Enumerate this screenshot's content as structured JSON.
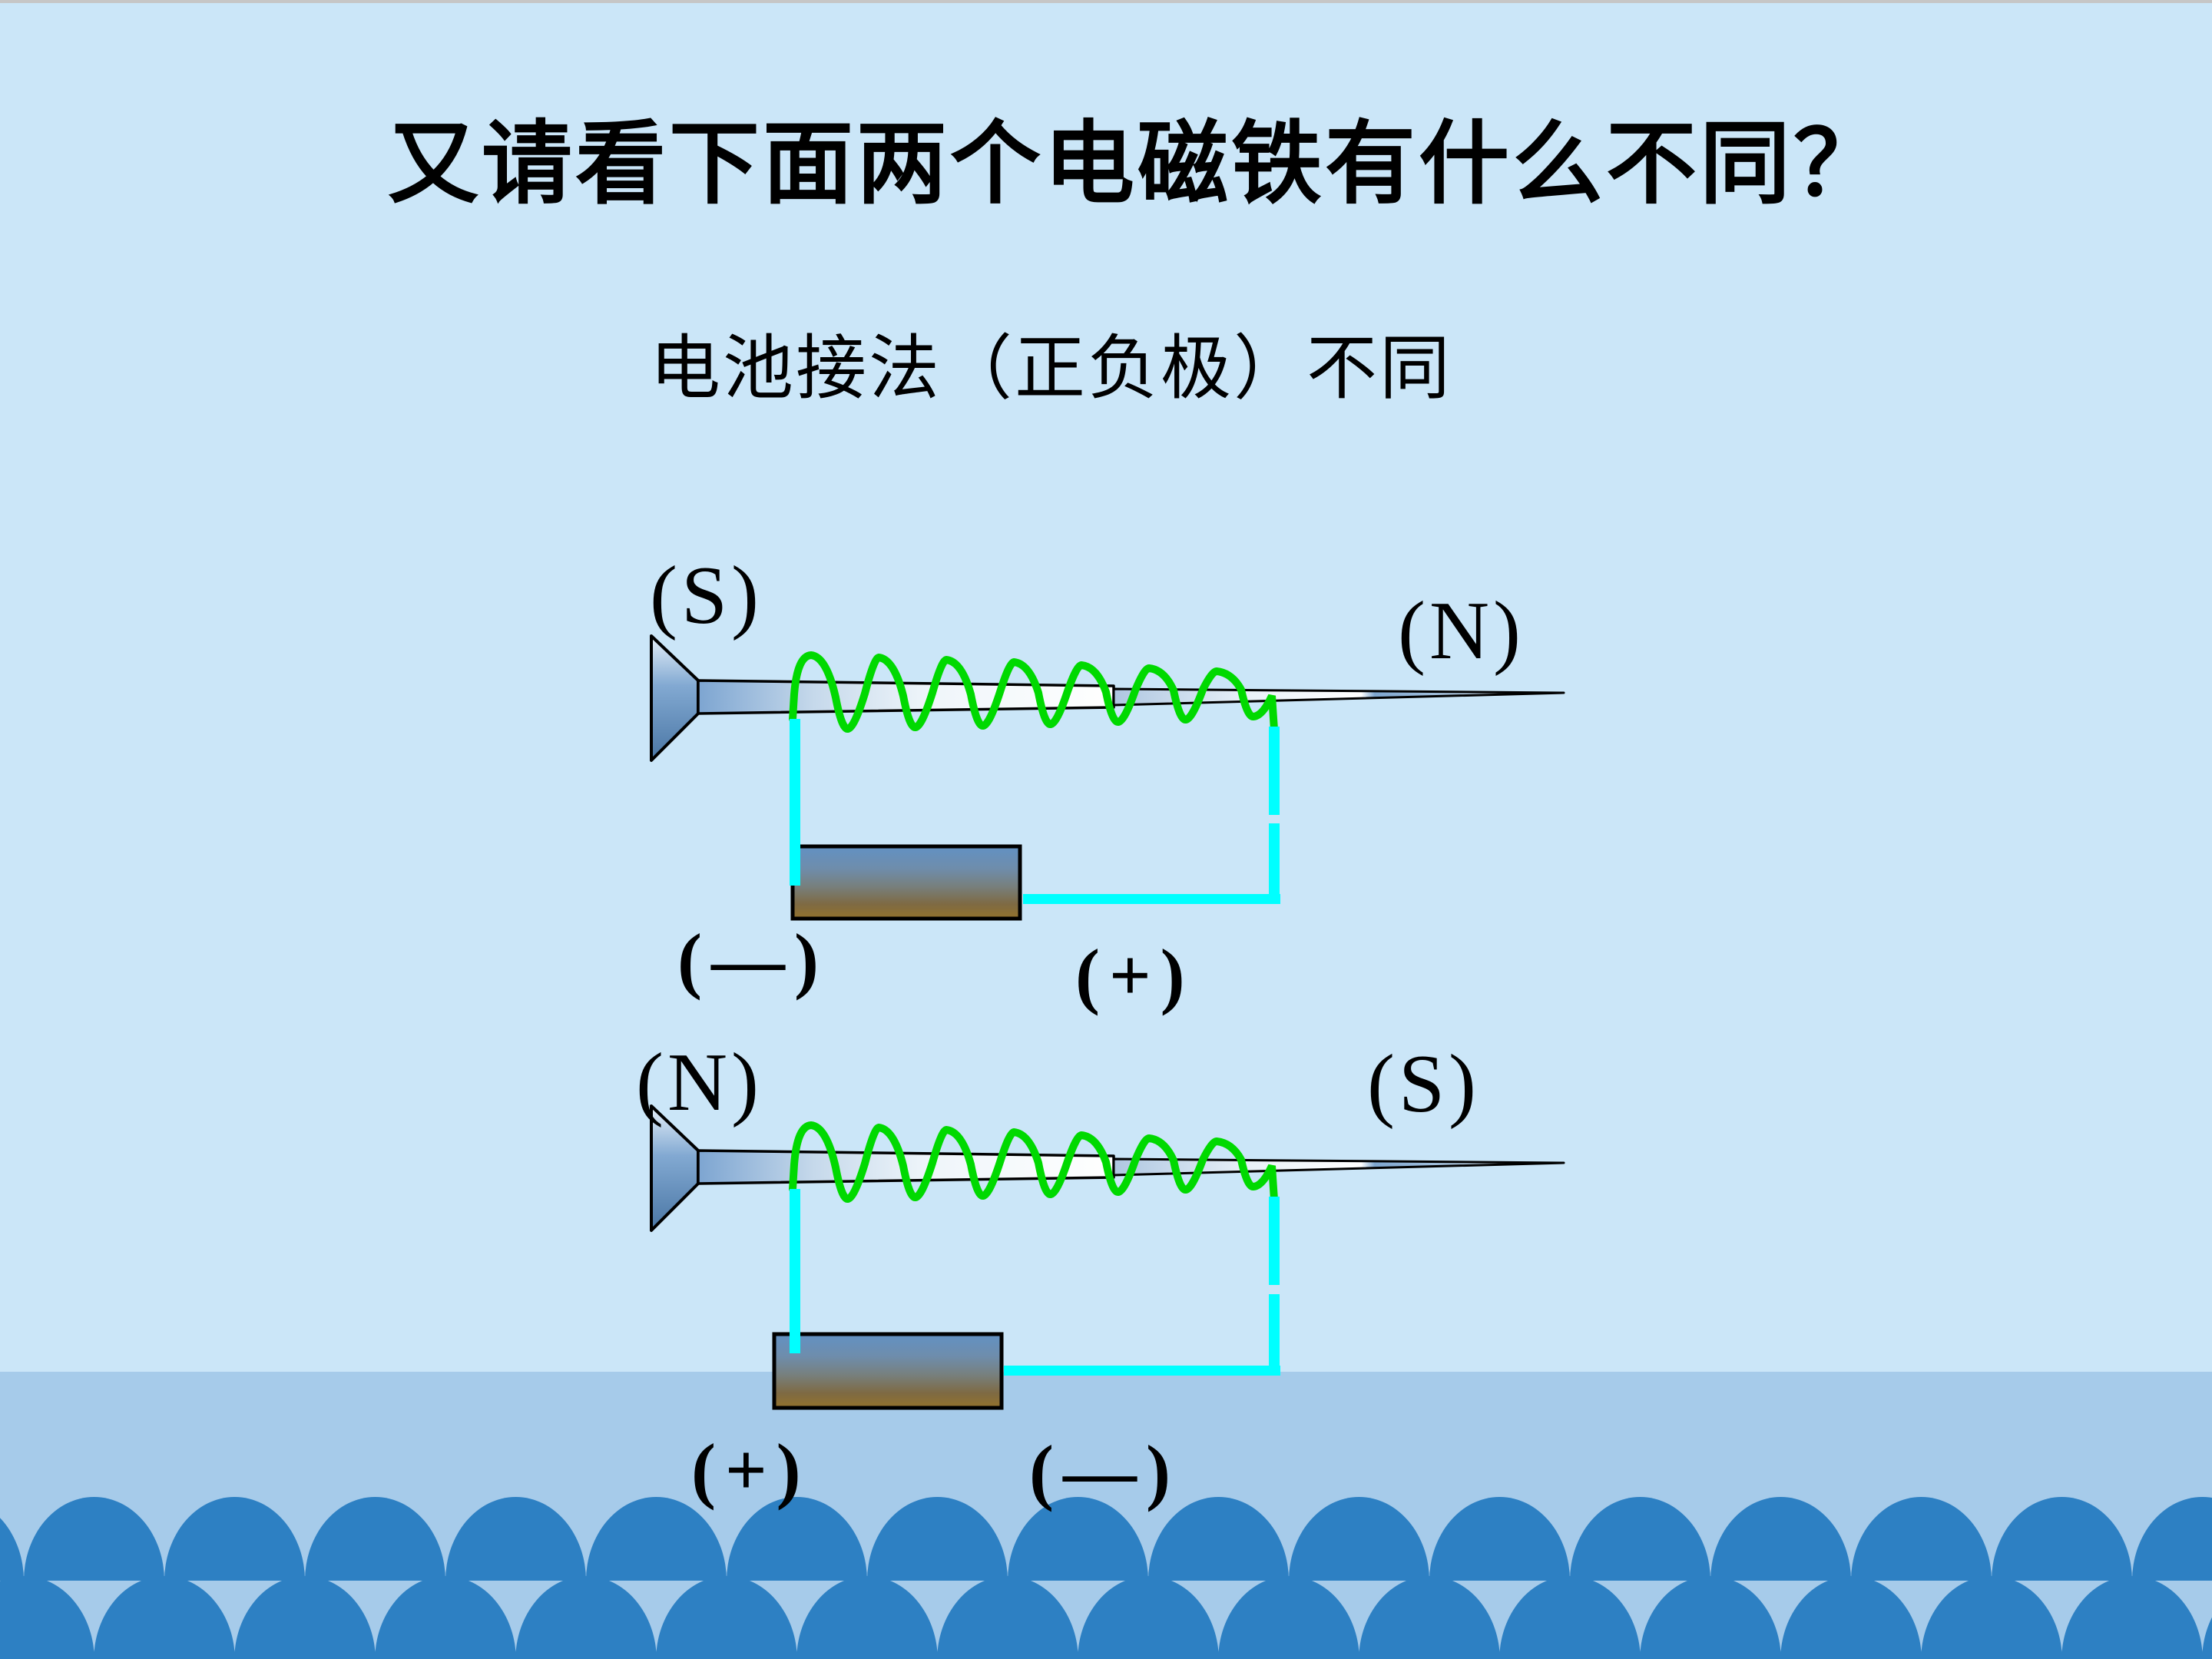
{
  "slide": {
    "title": "又请看下面两个电磁铁有什么不同？",
    "subtitle": "电池接法（正负极）不同",
    "diagrams": [
      {
        "position": "top",
        "left_pole": "(S)",
        "right_pole": "(N)",
        "left_terminal": "(—)",
        "right_terminal": "(+)"
      },
      {
        "position": "bottom",
        "left_pole": "(N)",
        "right_pole": "(S)",
        "left_terminal": "(+)",
        "right_terminal": "(—)"
      }
    ],
    "colors": {
      "background": "#cbe6f8",
      "footer_band": "#a6cbea",
      "scallop": "#2d80c3",
      "wire": "#00ffff",
      "coil": "#00d900",
      "screw_steel_blue": "#7da5d1",
      "battery_top": "#6291c3",
      "battery_bottom": "#93722c",
      "text": "#000000",
      "window_edge": "#c6c6c6"
    }
  }
}
